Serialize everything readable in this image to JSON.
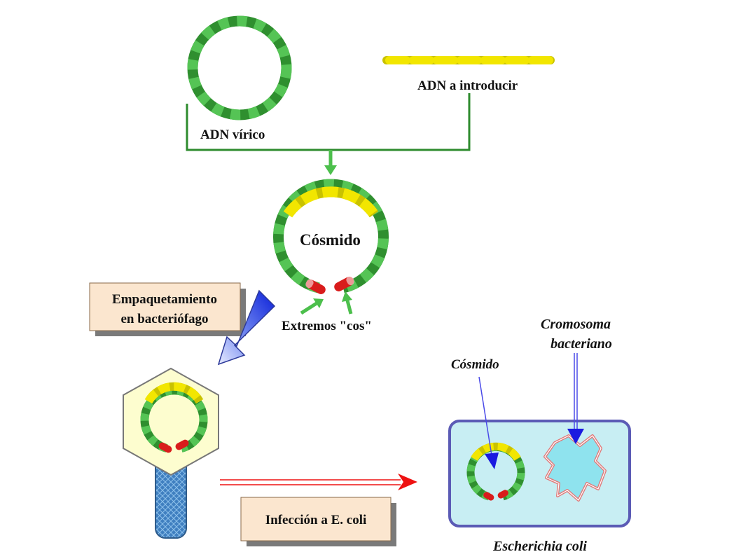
{
  "labels": {
    "viral_dna": "ADN vírico",
    "insert_dna": "ADN a introducir",
    "cosmid_center": "Cósmido",
    "cos_ends": "Extremos \"cos\"",
    "packaging_line1": "Empaquetamiento",
    "packaging_line2": "en bacteriófago",
    "infection": "Infección a E. coli",
    "cosmid_in_cell": "Cósmido",
    "chromosome_line1": "Cromosoma",
    "chromosome_line2": "bacteriano",
    "cell_name": "Escherichia coli"
  },
  "colors": {
    "dna_green_dark": "#2f8f2f",
    "dna_green_light": "#55c455",
    "insert_yellow": "#f2e600",
    "insert_olive": "#c9c200",
    "cos_red": "#d91c1c",
    "connector_green": "#2e8b2e",
    "arrow_green": "#4cbf4c",
    "label_box_fill": "#fbe6cf",
    "phage_head_fill": "#fdfdcf",
    "phage_tail_blue": "#3f7fc0",
    "cell_fill": "#c8eef3",
    "cell_border": "#5b5bb5",
    "chromosome_fill": "#8fe3ee",
    "chromosome_outline": "#e07a7a",
    "infection_arrow_red": "#ee1111",
    "pointer_blue": "#1a1ae0"
  }
}
